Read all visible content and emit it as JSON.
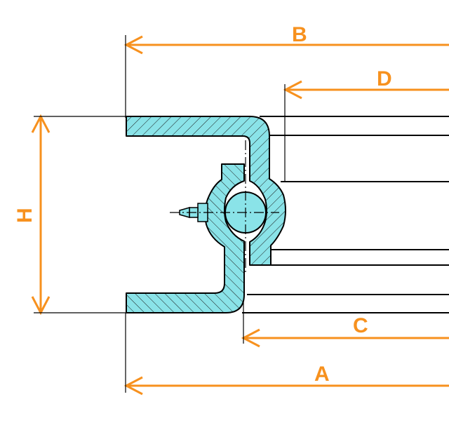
{
  "colors": {
    "dimension": "#f7911e",
    "section_fill": "#8ae3e8",
    "outline": "#000000",
    "background": "#ffffff"
  },
  "dimensions": {
    "b": {
      "label": "B",
      "direction": "left-arrow"
    },
    "d": {
      "label": "D",
      "direction": "left-arrow"
    },
    "h": {
      "label": "H",
      "direction": "double-arrow-vertical"
    },
    "c": {
      "label": "C",
      "direction": "left-arrow"
    },
    "a": {
      "label": "A",
      "direction": "left-arrow"
    }
  },
  "parts": [
    "outer-ring-section",
    "inner-ring-section",
    "ball",
    "grease-nipple"
  ]
}
